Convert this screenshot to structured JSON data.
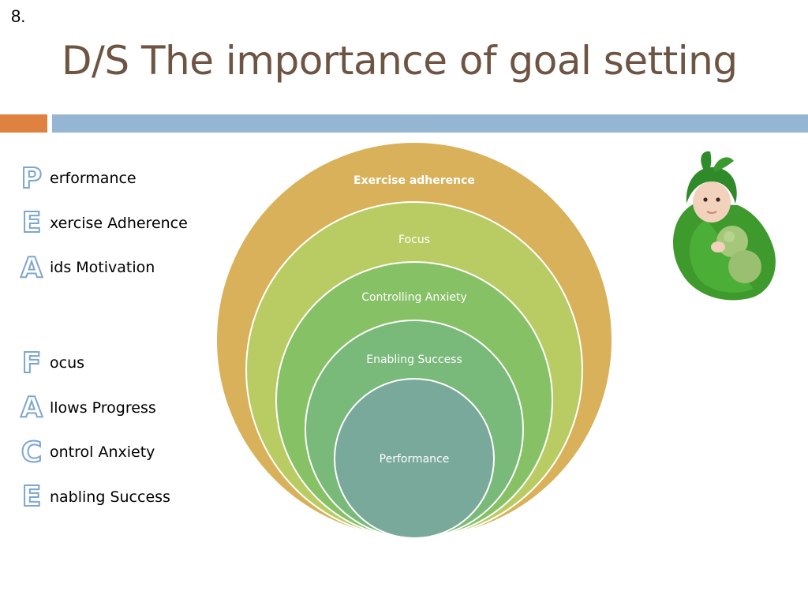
{
  "slide": {
    "number": "8.",
    "title": "D/S The importance of goal setting"
  },
  "acronym_pea": [
    {
      "letter": "P",
      "text": "erformance"
    },
    {
      "letter": "E",
      "text": "xercise Adherence"
    },
    {
      "letter": "A",
      "text": "ids Motivation"
    }
  ],
  "acronym_face": [
    {
      "letter": "F",
      "text": "ocus"
    },
    {
      "letter": "A",
      "text": "llows Progress"
    },
    {
      "letter": "C",
      "text": "ontrol Anxiety"
    },
    {
      "letter": "E",
      "text": "nabling Success"
    }
  ],
  "diagram": {
    "layers": [
      {
        "label": "Exercise adherence",
        "color": "#d8b15a",
        "bold": true
      },
      {
        "label": "Focus",
        "color": "#b9cc64",
        "bold": false
      },
      {
        "label": "Controlling Anxiety",
        "color": "#87c166",
        "bold": false
      },
      {
        "label": "Enabling Success",
        "color": "#79b97a",
        "bold": false
      },
      {
        "label": "Performance",
        "color": "#79a99b",
        "bold": false
      }
    ]
  },
  "colors": {
    "title": "#6e5443",
    "accent_orange": "#e0823f",
    "accent_blue": "#94b6d2",
    "letter_outline": "#7ea6cf"
  },
  "image": {
    "icon": "peapod-baby-photo"
  }
}
